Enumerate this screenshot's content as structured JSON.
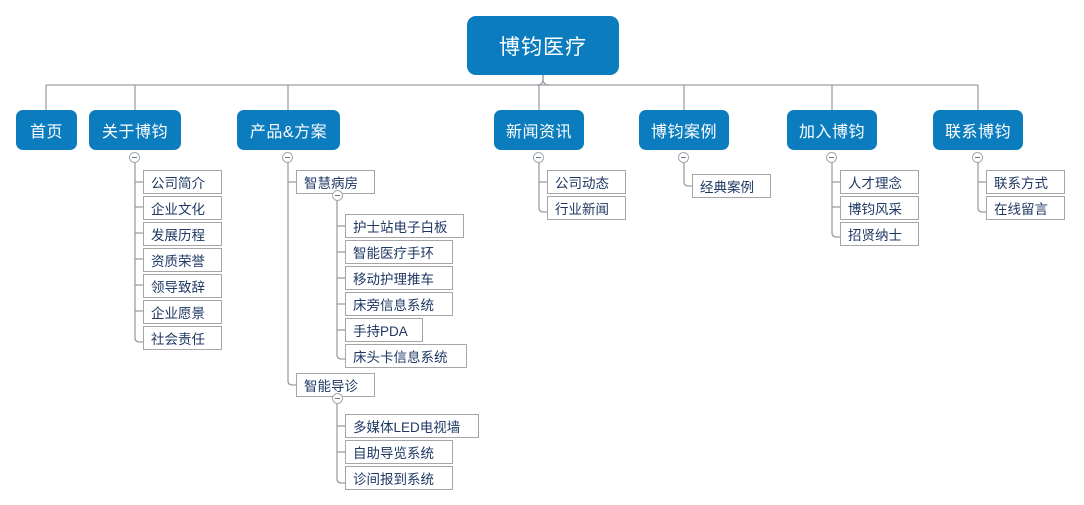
{
  "diagram": {
    "type": "sitemap-tree",
    "title": "博钧医疗",
    "colors": {
      "node_blue": "#0B7CBE",
      "node_text_light": "#FFFFFF",
      "box_text": "#1F3864",
      "box_border": "#A6A6A6",
      "connector": "#9AA0A6",
      "background": "#FFFFFF"
    },
    "root": {
      "label": "博钧医疗"
    },
    "level2": [
      {
        "label": "首页",
        "has_toggle": false
      },
      {
        "label": "关于博钧",
        "has_toggle": true
      },
      {
        "label": "产品&方案",
        "has_toggle": true
      },
      {
        "label": "新闻资讯",
        "has_toggle": true
      },
      {
        "label": "博钧案例",
        "has_toggle": true
      },
      {
        "label": "加入博钧",
        "has_toggle": true
      },
      {
        "label": "联系博钧",
        "has_toggle": true
      }
    ],
    "about_children": [
      {
        "label": "公司简介"
      },
      {
        "label": "企业文化"
      },
      {
        "label": "发展历程"
      },
      {
        "label": "资质荣誉"
      },
      {
        "label": "领导致辞"
      },
      {
        "label": "企业愿景"
      },
      {
        "label": "社会责任"
      }
    ],
    "product_children": [
      {
        "label": "智慧病房",
        "has_toggle": true
      },
      {
        "label": "智能导诊",
        "has_toggle": true
      }
    ],
    "ward_children": [
      {
        "label": "护士站电子白板"
      },
      {
        "label": "智能医疗手环"
      },
      {
        "label": "移动护理推车"
      },
      {
        "label": "床旁信息系统"
      },
      {
        "label": "手持PDA"
      },
      {
        "label": "床头卡信息系统"
      }
    ],
    "guide_children": [
      {
        "label": "多媒体LED电视墙"
      },
      {
        "label": "自助导览系统"
      },
      {
        "label": "诊间报到系统"
      }
    ],
    "news_children": [
      {
        "label": "公司动态"
      },
      {
        "label": "行业新闻"
      }
    ],
    "case_children": [
      {
        "label": "经典案例"
      }
    ],
    "join_children": [
      {
        "label": "人才理念"
      },
      {
        "label": "博钧风采"
      },
      {
        "label": "招贤纳士"
      }
    ],
    "contact_children": [
      {
        "label": "联系方式"
      },
      {
        "label": "在线留言"
      }
    ],
    "toggle_icon": "collapse-minus-icon"
  }
}
